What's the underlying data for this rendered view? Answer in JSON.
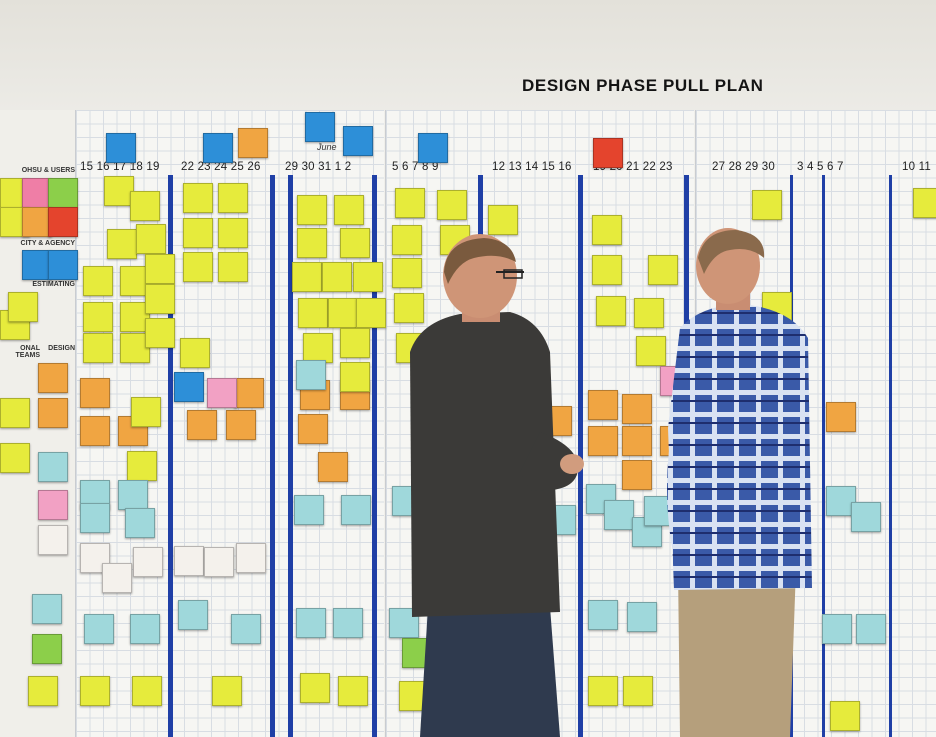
{
  "wall": {
    "title": "DESIGN PHASE PULL PLAN",
    "month_label": "June",
    "date_rows": [
      "15 16 17 18 19",
      "22 23 24 25 26",
      "29 30 31  1  2",
      "5  6  7  8  9",
      "12 13 14 15 16",
      "19 20 21 22 23",
      "27 28 29 30",
      "3  4  5  6  7",
      "10 11"
    ],
    "categories": [
      "OHSU & USERS",
      "CITY & AGENCY",
      "ESTIMATING",
      "ONAL TEAMS",
      "DESIGN"
    ]
  },
  "colors": {
    "wall": "#ecebe6",
    "board": "#f6f6f3",
    "grid": "#d8dde3",
    "tape": "#1f3fa6",
    "yellow_note": "#e6eb3c",
    "orange_note": "#f0a542",
    "blue_note": "#9fd8db",
    "shirt_dark": "#3b3a38",
    "shirt_plaid": "#3a5aa8",
    "pants_khaki": "#b59f7c"
  }
}
